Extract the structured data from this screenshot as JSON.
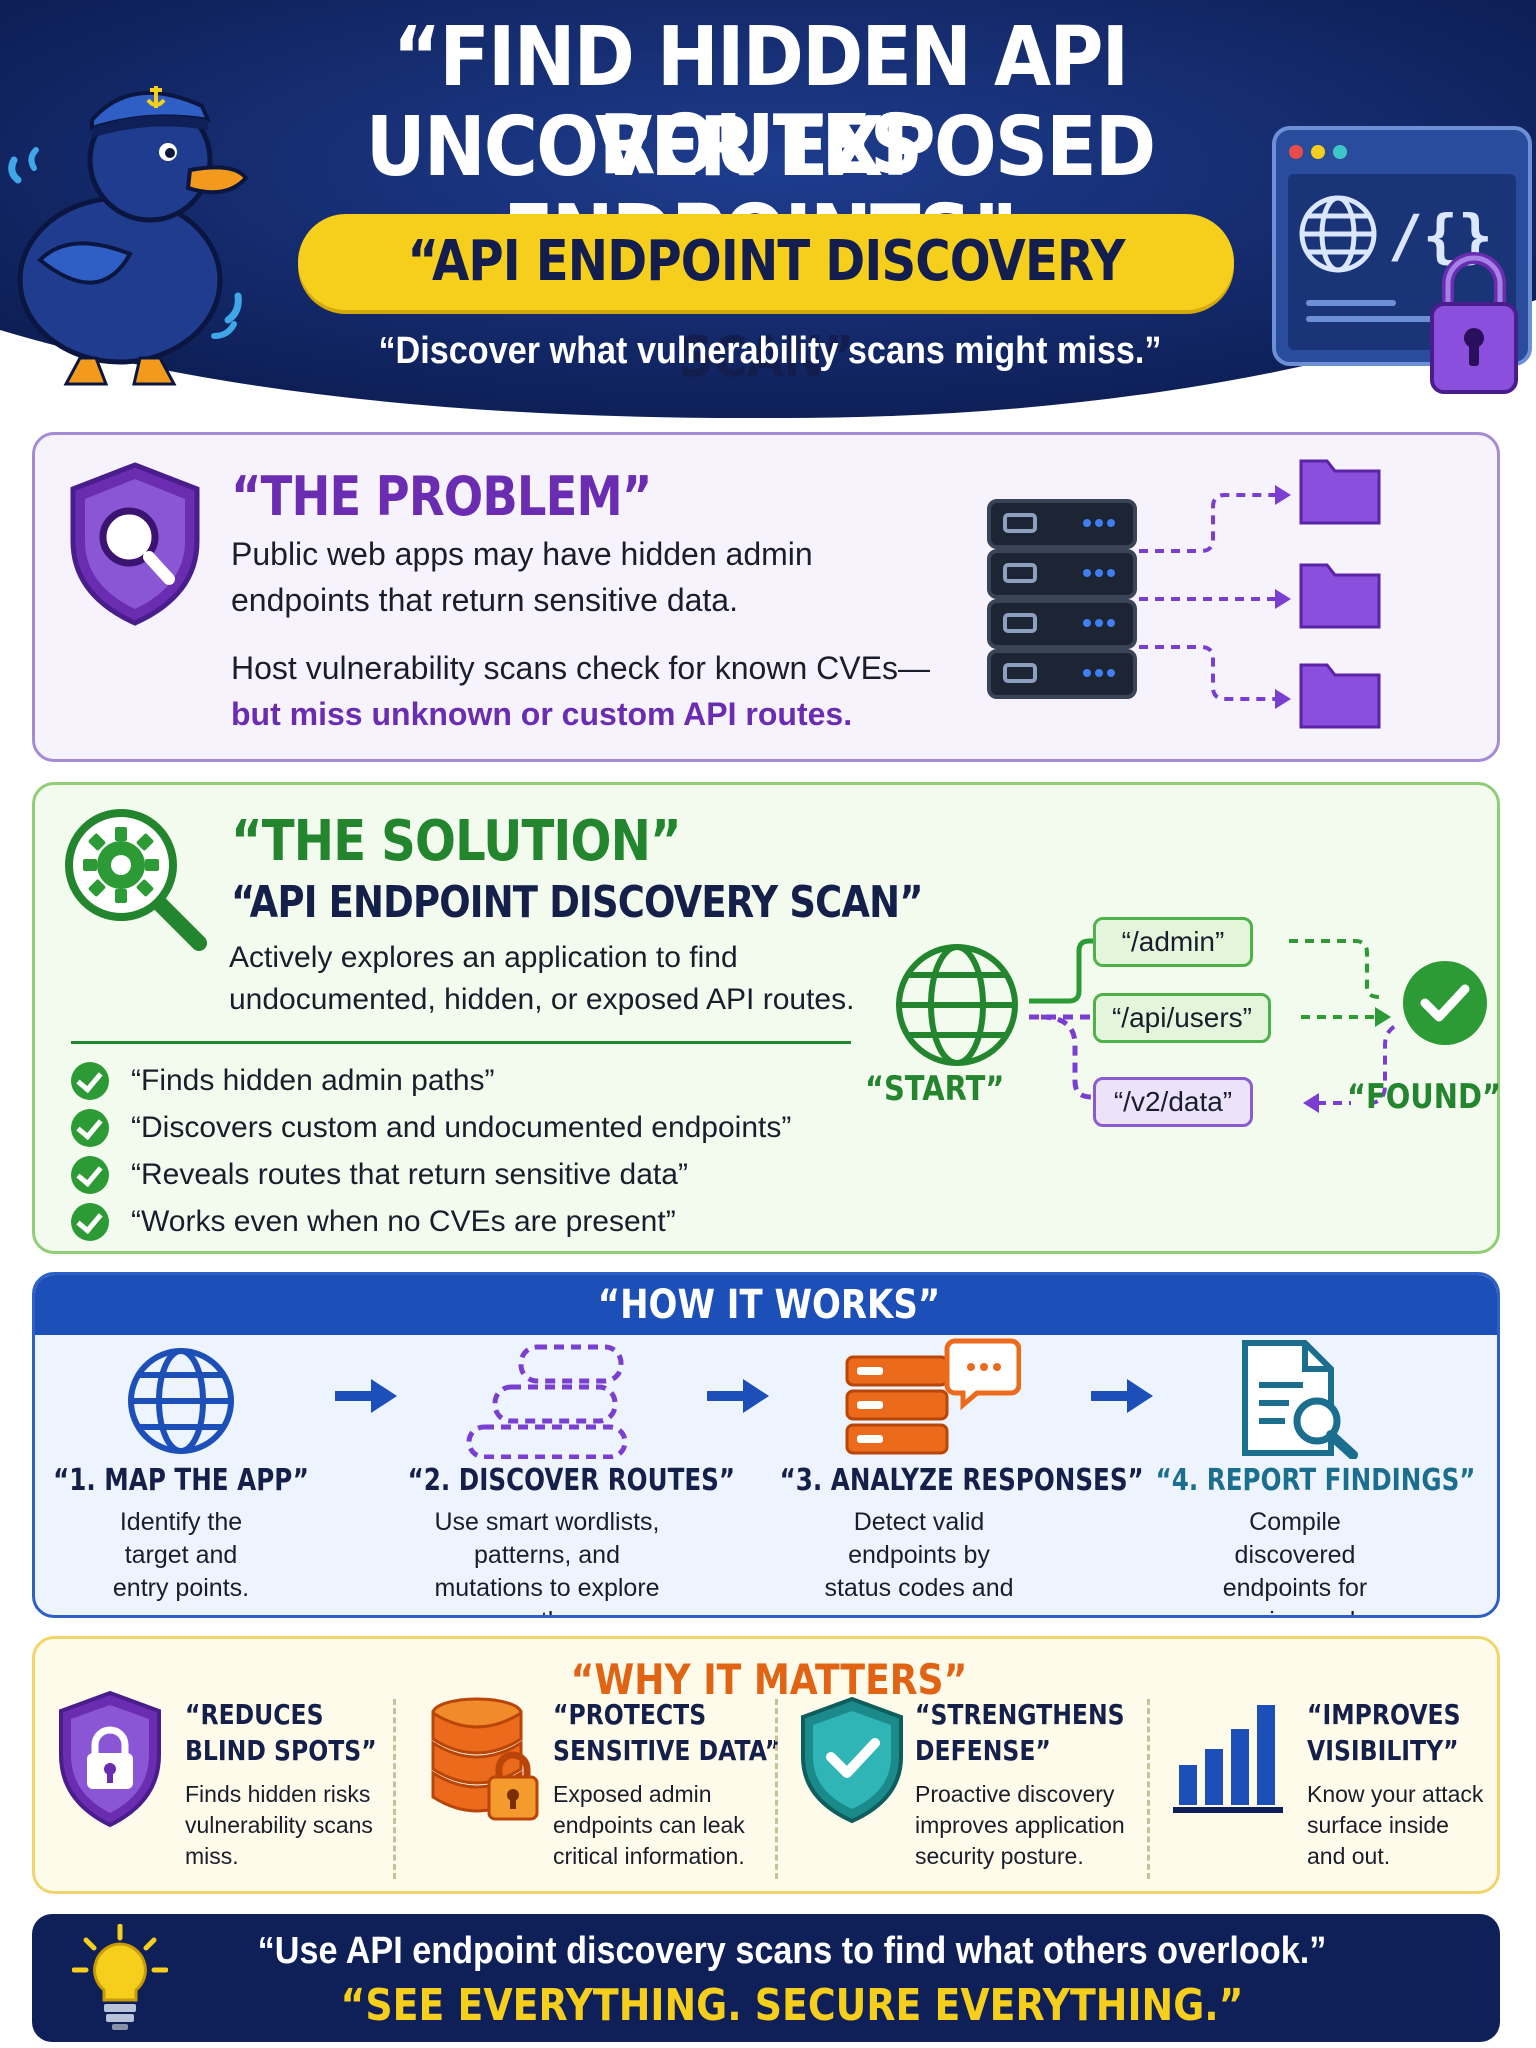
{
  "header": {
    "title_line1": "“FIND HIDDEN API ROUTES",
    "title_line2": "UNCOVER EXPOSED ENDPOINTS”",
    "pill": "“API ENDPOINT DISCOVERY SCAN”",
    "tagline": "“Discover what vulnerability scans might miss.”"
  },
  "problem": {
    "title": "“THE PROBLEM”",
    "text1": "Public web apps may have hidden admin endpoints that return sensitive data.",
    "text2": "Host vulnerability scans check for known CVEs—",
    "text2_em": "but miss unknown or custom API routes."
  },
  "solution": {
    "title": "“THE SOLUTION”",
    "subtitle": "“API ENDPOINT DISCOVERY SCAN”",
    "text": "Actively explores an application to find undocumented, hidden, or exposed API routes.",
    "bullets": [
      "“Finds hidden admin paths”",
      "“Discovers custom and undocumented endpoints”",
      "“Reveals routes that return sensitive data”",
      "“Works even when no CVEs are present”"
    ],
    "diagram": {
      "start_label": "“START”",
      "found_label": "“FOUND”",
      "routes": [
        "“/admin”",
        "“/api/users”",
        "“/v2/data”"
      ]
    }
  },
  "how": {
    "title": "“HOW IT WORKS”",
    "steps": [
      {
        "title": "“1. MAP THE APP”",
        "desc": "Identify the target and entry points."
      },
      {
        "title": "“2. DISCOVER ROUTES”",
        "desc": "Use smart wordlists, patterns, and mutations to explore paths."
      },
      {
        "title": "“3. ANALYZE RESPONSES”",
        "desc": "Detect valid endpoints by status codes and response behavior."
      },
      {
        "title": "“4. REPORT FINDINGS”",
        "desc": "Compile discovered endpoints for review and further testing."
      }
    ]
  },
  "why": {
    "title": "“WHY IT MATTERS”",
    "items": [
      {
        "head": "“REDUCES\nBLIND SPOTS”",
        "desc": "Finds hidden risks vulnerability scans miss."
      },
      {
        "head": "“PROTECTS\nSENSITIVE DATA”",
        "desc": "Exposed admin endpoints can leak critical information."
      },
      {
        "head": "“STRENGTHENS\nDEFENSE”",
        "desc": "Proactive discovery improves application security posture."
      },
      {
        "head": "“IMPROVES\nVISIBILITY”",
        "desc": "Know your attack surface inside and out."
      }
    ]
  },
  "footer": {
    "line1": "“Use API endpoint discovery scans to find what others overlook.”",
    "line2": "“SEE EVERYTHING. SECURE EVERYTHING.”"
  },
  "colors": {
    "navy": "#0f2058",
    "yellow": "#f5cf1b",
    "purple": "#6a2cb0",
    "green": "#23862e",
    "blue": "#1d4fb8",
    "orange": "#e06414"
  },
  "icons": [
    "duck-mascot-icon",
    "browser-code-icon",
    "lock-icon",
    "shield-search-icon",
    "server-icon",
    "folder-icon",
    "gear-search-icon",
    "globe-icon",
    "check-circle-icon",
    "routes-icon",
    "server-chat-icon",
    "document-search-icon",
    "shield-lock-icon",
    "database-lock-icon",
    "shield-check-icon",
    "bar-chart-icon",
    "lightbulb-icon"
  ]
}
